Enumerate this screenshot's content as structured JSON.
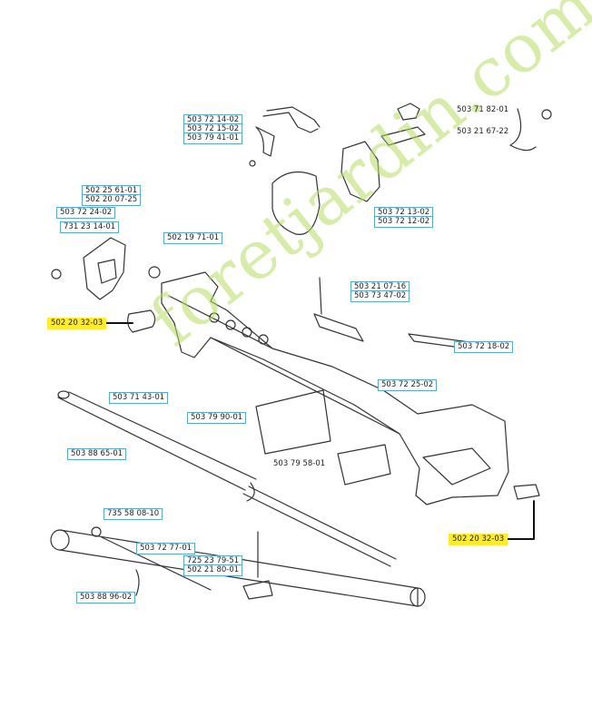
{
  "watermark": "foretjardin.com",
  "colors": {
    "label_border": "#5aa9c9",
    "highlight": "#ffec2e",
    "watermark": "#b5dd62",
    "line": "#333333"
  },
  "part_numbers": [
    "503 72 14-02",
    "503 72 15-02",
    "503 79 41-01",
    "503 71 82-01",
    "503 21 67-22",
    "502 25 61-01",
    "502 20 07-25",
    "503 72 24-02",
    "731 23 14-01",
    "502 19 71-01",
    "503 72 13-02",
    "503 72 12-02",
    "503 21 07-16",
    "503 73 47-02",
    "502 20 32-03",
    "503 72 18-02",
    "503 72 25-02",
    "503 71 43-01",
    "503 79 90-01",
    "503 79 58-01",
    "503 88 65-01",
    "502 20 32-03",
    "735 58 08-10",
    "503 72 77-01",
    "725 23 79-51",
    "502 21 80-01",
    "503 88 96-02"
  ]
}
